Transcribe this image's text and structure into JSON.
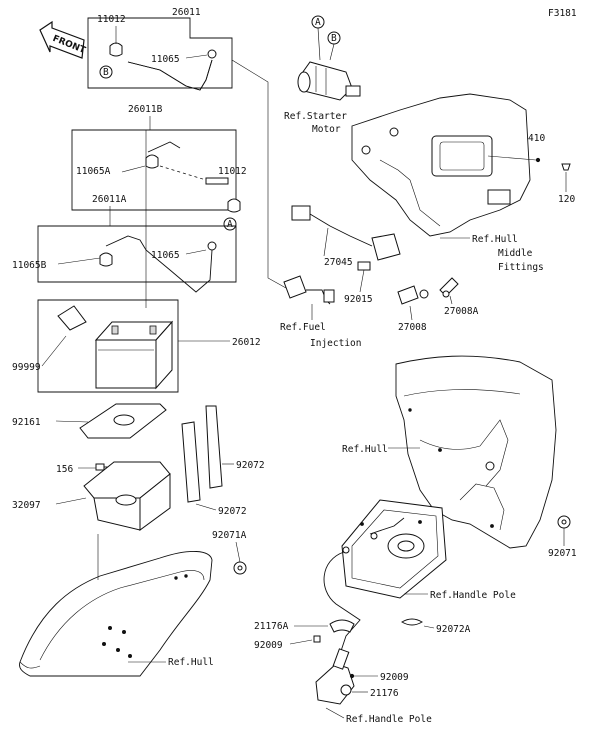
{
  "figure_id": "F3181",
  "front_label": "FRONT",
  "parts": {
    "p26011": "26011",
    "p11012_top": "11012",
    "p11065_top": "11065",
    "p26011B": "26011B",
    "p11065A": "11065A",
    "p11012_mid": "11012",
    "p26011A": "26011A",
    "p11065B": "11065B",
    "p11065_mid": "11065",
    "p99999": "99999",
    "p26012": "26012",
    "p92161": "92161",
    "p156": "156",
    "p32097": "32097",
    "p92072_a": "92072",
    "p92072_b": "92072",
    "p92071A": "92071A",
    "p27045": "27045",
    "p92015": "92015",
    "p27008": "27008",
    "p27008A": "27008A",
    "p410": "410",
    "p120": "120",
    "p92071": "92071",
    "p21176A": "21176A",
    "p92009_a": "92009",
    "p92072A": "92072A",
    "p92009_b": "92009",
    "p21176": "21176"
  },
  "callouts": {
    "A_top": "A",
    "B_top": "B",
    "B_left": "B",
    "A_mid": "A"
  },
  "refs": {
    "starter_1": "Ref.Starter",
    "starter_2": "Motor",
    "hull_mid_1": "Ref.Hull",
    "hull_mid_2": "Middle",
    "hull_mid_3": "Fittings",
    "fuel_1": "Ref.Fuel",
    "fuel_2": "Injection",
    "hull_right": "Ref.Hull",
    "handle_pole_1": "Ref.Handle Pole",
    "hull_bottom": "Ref.Hull",
    "handle_pole_2": "Ref.Handle Pole"
  }
}
